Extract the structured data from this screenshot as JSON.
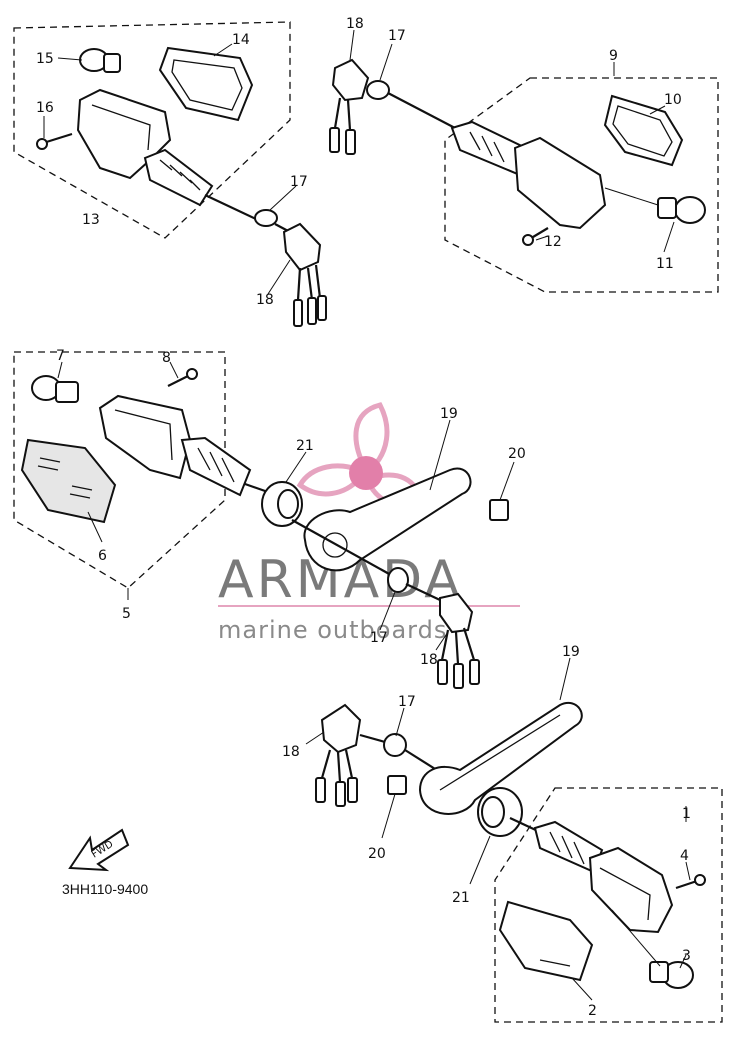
{
  "diagram": {
    "ref_code": "3HH110-9400",
    "fwd_label": "FWD",
    "labels": {
      "l1": "1",
      "l2": "2",
      "l3": "3",
      "l4": "4",
      "l5": "5",
      "l6": "6",
      "l7": "7",
      "l8": "8",
      "l9": "9",
      "l10": "10",
      "l11": "11",
      "l12": "12",
      "l13": "13",
      "l14": "14",
      "l15": "15",
      "l16": "16",
      "l17a": "17",
      "l17b": "17",
      "l17c": "17",
      "l17d": "17",
      "l18a": "18",
      "l18b": "18",
      "l18c": "18",
      "l18d": "18",
      "l19a": "19",
      "l19b": "19",
      "l20a": "20",
      "l20b": "20",
      "l21a": "21",
      "l21b": "21"
    }
  },
  "watermark": {
    "title": "ARMADA",
    "subtitle": "marine outboards",
    "colors": {
      "logo": "#e6a4c0",
      "logo_center": "#e27fa9",
      "line": "#e6a4c0",
      "text": "#7a7a7a"
    }
  }
}
